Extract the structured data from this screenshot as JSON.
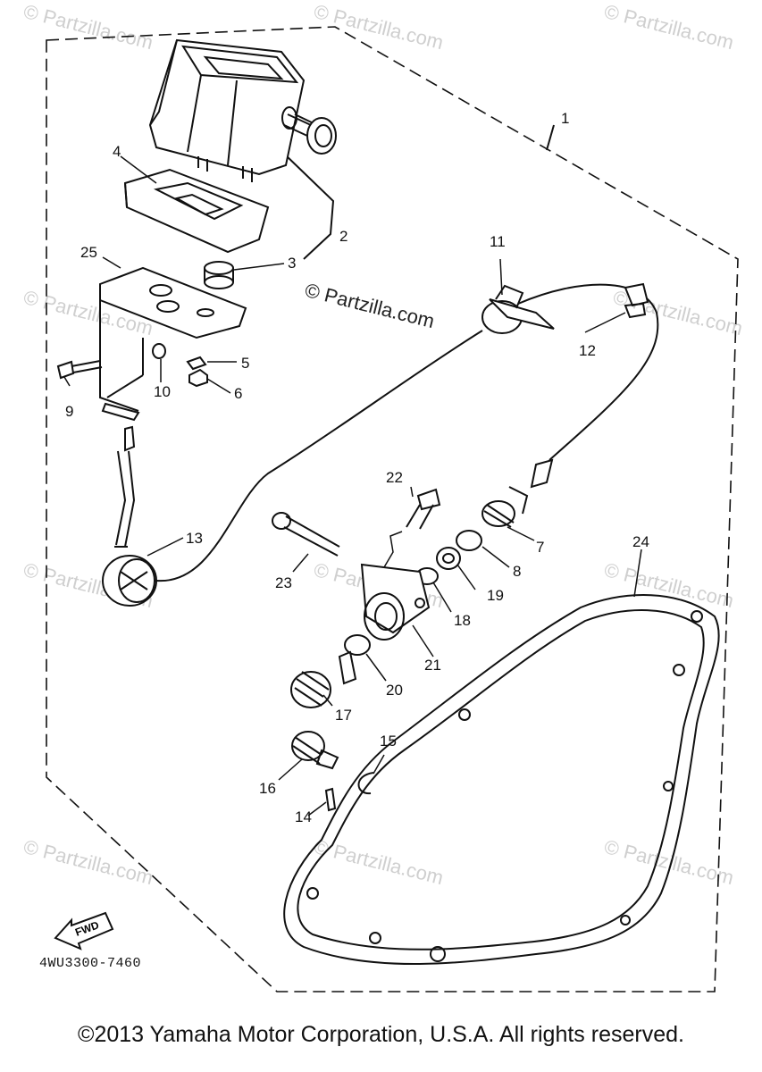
{
  "watermark": "© Partzilla.com",
  "diagram_code": "4WU3300-7460",
  "copyright": "©2013 Yamaha Motor Corporation, U.S.A. All rights reserved.",
  "fwd_label": "FWD",
  "callouts": [
    "1",
    "2",
    "3",
    "4",
    "5",
    "6",
    "7",
    "8",
    "9",
    "10",
    "11",
    "12",
    "13",
    "14",
    "15",
    "16",
    "17",
    "18",
    "19",
    "20",
    "21",
    "22",
    "23",
    "24",
    "25"
  ]
}
